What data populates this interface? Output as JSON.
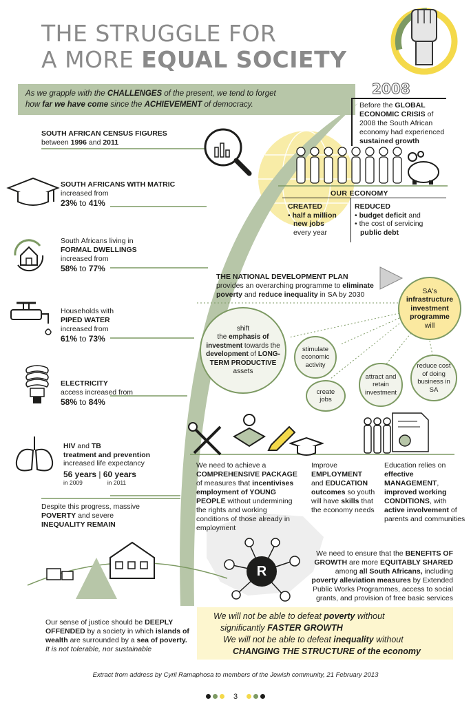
{
  "title": {
    "line1": "THE STRUGGLE FOR",
    "line2_a": "A MORE ",
    "line2_b": "EQUAL SOCIETY"
  },
  "intro": {
    "line1_a": "As we grapple with the ",
    "line1_b": "CHALLENGES",
    "line1_c": " of the present, we tend to forget",
    "line2_a": "how ",
    "line2_b": "far we have come",
    "line2_c": " since the ",
    "line2_d": "ACHIEVEMENT",
    "line2_e": " of democracy."
  },
  "year_2008": "2008",
  "crisis": {
    "a": "Before the ",
    "b": "GLOBAL ECONOMIC CRISIS",
    "c": " of 2008 the South African economy had experienced ",
    "d": "sustained growth"
  },
  "census": {
    "heading": "SOUTH AFRICAN CENSUS FIGURES",
    "between": "between ",
    "y1": "1996",
    "and": " and ",
    "y2": "2011"
  },
  "matric": {
    "heading": "SOUTH AFRICANS WITH MATRIC",
    "sub": "increased from",
    "from": "23%",
    "to": " to ",
    "end": "41%"
  },
  "dwellings": {
    "pre": "South Africans living in",
    "heading": "FORMAL DWELLINGS",
    "sub": "increased from",
    "from": "58%",
    "to": " to ",
    "end": "77%"
  },
  "water": {
    "pre": "Households with",
    "heading": "PIPED WATER",
    "sub": "increased from",
    "from": "61%",
    "to": " to ",
    "end": "73%"
  },
  "electricity": {
    "heading": "ELECTRICITY",
    "sub": "access increased from",
    "from": "58%",
    "to": " to ",
    "end": "84%"
  },
  "health": {
    "a": "HIV",
    "b": " and ",
    "c": "TB",
    "d": "treatment and prevention",
    "e": "increased life expectancy",
    "v1": "56 years",
    "sep": " | ",
    "v2": "60 years",
    "y1": "in 2009",
    "y2": "in 2011"
  },
  "poverty": {
    "a": "Despite this progress, massive",
    "b": "POVERTY",
    "c": " and severe",
    "d": "INEQUALITY REMAIN"
  },
  "economy": {
    "heading": "OUR ECONOMY",
    "created_h": "CREATED",
    "created_1": "half a million",
    "created_2": "new jobs",
    "created_3": "every year",
    "reduced_h": "REDUCED",
    "reduced_1": "budget deficit",
    "reduced_1b": " and",
    "reduced_2": "the cost of servicing",
    "reduced_3": "public debt"
  },
  "ndp": {
    "heading": "THE NATIONAL DEVELOPMENT PLAN",
    "a": "provides an overarching programme to ",
    "b": "eliminate",
    "c": "poverty",
    "d": " and ",
    "e": "reduce inequality",
    "f": " in SA by 2030"
  },
  "hub": {
    "a": "SA's",
    "b": "infrastructure investment programme",
    "c": "will"
  },
  "bubbles": {
    "shift_a": "shift",
    "shift_b": "the ",
    "shift_c": "emphasis of investment",
    "shift_d": " towards the ",
    "shift_e": "development",
    "shift_f": " of ",
    "shift_g": "LONG-TERM PRODUCTIVE",
    "shift_h": " assets",
    "stimulate": "stimulate economic activity",
    "create": "create jobs",
    "attract": "attract and retain investment",
    "reduce": "reduce cost of doing business in SA"
  },
  "youth": {
    "a": "We need to achieve a",
    "b": "COMPREHENSIVE PACKAGE",
    "c": " of measures that ",
    "d": "incentivises employment of ",
    "e": "YOUNG PEOPLE",
    "f": " without undermining the rights and working conditions of those already in employment"
  },
  "education": {
    "a": "Improve",
    "b": "EMPLOYMENT",
    "c": "and ",
    "d": "EDUCATION outcomes",
    "e": " so youth will have ",
    "f": "skills",
    "g": " that the economy needs"
  },
  "management": {
    "a": "Education relies on ",
    "b": "effective MANAGEMENT",
    "c": ", ",
    "d": "improved working CONDITIONS",
    "e": ", with ",
    "f": "active involvement",
    "g": " of parents and communities"
  },
  "benefits": {
    "a": "We need to ensure that the ",
    "b": "BENEFITS OF GROWTH",
    "c": " are more ",
    "d": "EQUITABLY SHARED",
    "e": " among ",
    "f": "all South Africans,",
    "g": " including ",
    "h": "poverty alleviation measures",
    "i": " by Extended Public Works Programmes, access to social grants, and provision of free basic services"
  },
  "r_label": "R",
  "justice": {
    "a": "Our sense of justice should be ",
    "b": "DEEPLY OFFENDED",
    "c": " by a society in which ",
    "d": "islands of wealth",
    "e": " are surrounded by a ",
    "f": "sea of poverty.",
    "g": "It is not tolerable, nor sustainable"
  },
  "closing": {
    "l1_a": "We will not be able to defeat ",
    "l1_b": "poverty",
    "l1_c": " without",
    "l2_a": "significantly ",
    "l2_b": "FASTER GROWTH",
    "l3_a": "We will not be able to defeat ",
    "l3_b": "inequality",
    "l3_c": " without",
    "l4": "CHANGING THE STRUCTURE of the economy"
  },
  "footer": "Extract from address by Cyril Ramaphosa to members of the Jewish community, 21 February 2013",
  "page_number": "3",
  "colors": {
    "green": "#7d9a63",
    "band": "#b7c6a8",
    "yellow": "#f4d94a",
    "pale_yellow": "#fdf6cf",
    "dark": "#1d1d1b"
  }
}
